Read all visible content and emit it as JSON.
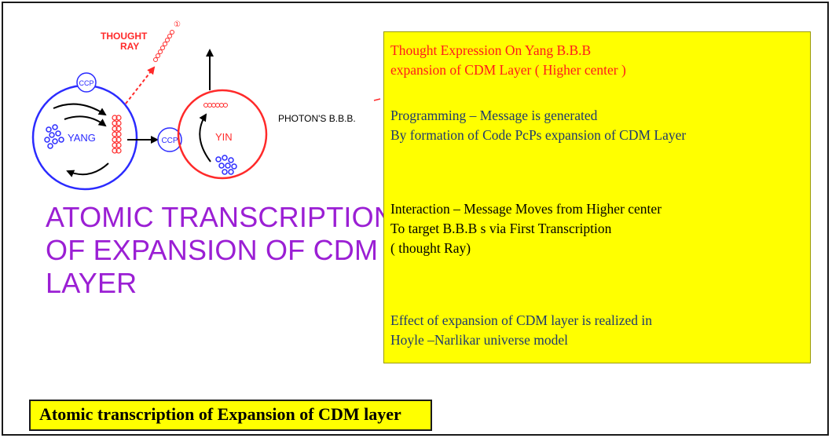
{
  "diagram": {
    "labels": {
      "thought": "THOUGHT",
      "ray": "RAY",
      "circled_one": "①",
      "ccp_top": "CCP",
      "ccp_mid": "CCP",
      "yang": "YANG",
      "yin": "YIN",
      "photons": "PHOTON'S B.B.B."
    },
    "colors": {
      "yang_circle": "#2b2bff",
      "yin_circle": "#ff2a2a",
      "thought_ray": "#ff2a2a",
      "title": "#9b1fd4",
      "highlight": "#ffff00"
    }
  },
  "title_lines": [
    "ATOMIC TRANSCRIPTION",
    "OF EXPANSION OF CDM",
    "LAYER"
  ],
  "panel": {
    "line1": "Thought  Expression  On Yang B.B.B",
    "line2": "expansion of CDM Layer ( Higher center )",
    "line3": "Programming – Message is generated",
    "line4": "By formation of Code PcPs expansion of CDM Layer",
    "line5": "Interaction – Message Moves from Higher center",
    "line6": "To target B.B.B s  via First Transcription",
    "line7": "( thought Ray)",
    "line8": "Effect of expansion of CDM layer  is realized in",
    "line9": "Hoyle –Narlikar universe model"
  },
  "caption": "Atomic transcription of Expansion of CDM layer"
}
